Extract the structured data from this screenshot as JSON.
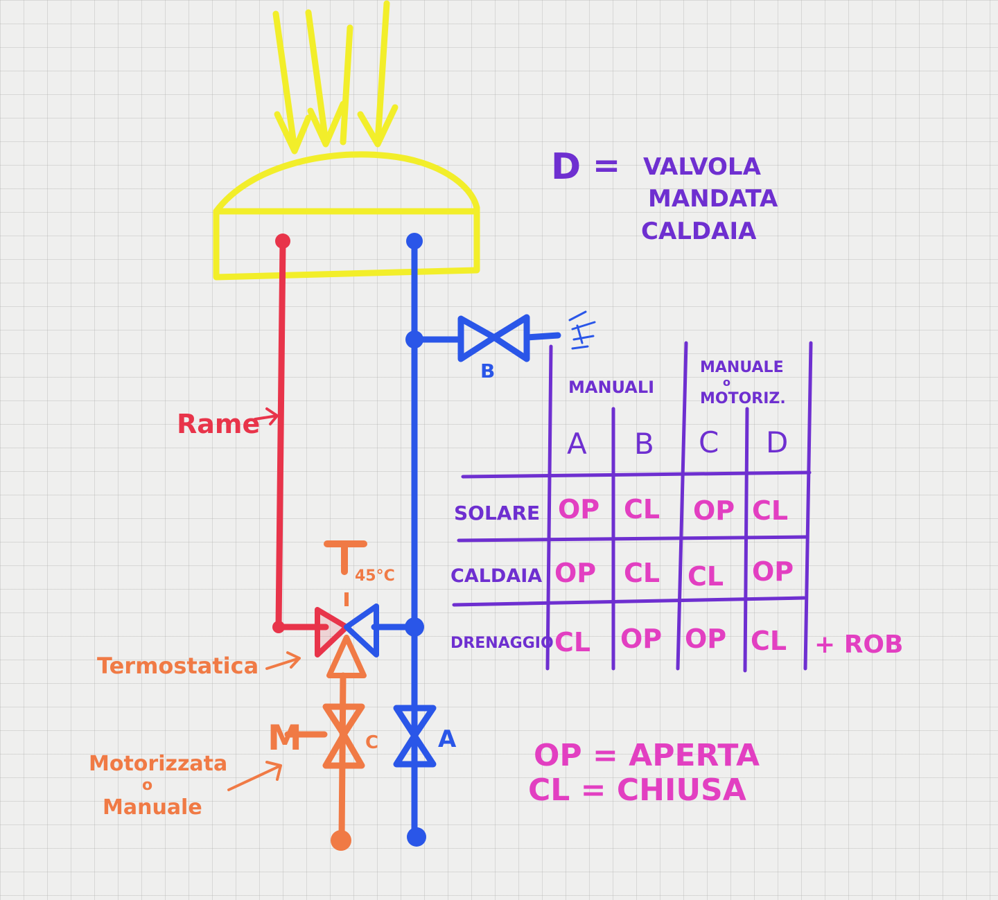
{
  "legend_top": {
    "letter": "D",
    "equals": "=",
    "line1": "VALVOLA",
    "line2": "MANDATA",
    "line3": "CALDAIA"
  },
  "labels": {
    "rame": "Rame",
    "termostatica": "Termostatica",
    "motorizzata_line1": "Motorizzata",
    "motorizzata_line2": "o",
    "motorizzata_line3": "Manuale",
    "temp_symbol": "T",
    "temp_value": "45°C",
    "motor_symbol": "M",
    "valve_a": "A",
    "valve_b": "B",
    "valve_c": "C"
  },
  "table": {
    "group_manuali": "MANUALI",
    "group_manuale_line1": "MANUALE",
    "group_manuale_line2": "o",
    "group_manuale_line3": "MOTORIZ.",
    "columns": [
      "A",
      "B",
      "C",
      "D"
    ],
    "rows": [
      {
        "label": "SOLARE",
        "cells": [
          "OP",
          "CL",
          "OP",
          "CL"
        ]
      },
      {
        "label": "CALDAIA",
        "cells": [
          "OP",
          "CL",
          "CL",
          "OP"
        ]
      },
      {
        "label": "DRENAGGIO",
        "cells": [
          "CL",
          "OP",
          "OP",
          "CL"
        ]
      }
    ],
    "drain_extra": "+ ROB"
  },
  "legend_bottom": {
    "line1": "OP = APERTA",
    "line2": "CL = CHIUSA"
  },
  "colors": {
    "sun_arrows": "#f2ee2a",
    "collector": "#f2ee2a",
    "hot_pipe": "#e8344a",
    "cold_pipe": "#2a56e8",
    "thermostatic": "#f07a45",
    "table_grid": "#6e2fd0",
    "table_values": "#e23fc1"
  }
}
